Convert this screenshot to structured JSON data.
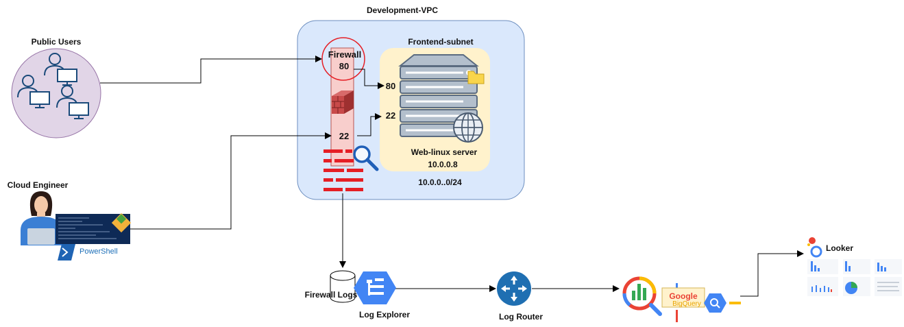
{
  "vpc": {
    "title": "Development-VPC",
    "cidr": "10.0.0..0/24"
  },
  "subnet": {
    "title": "Frontend-subnet"
  },
  "server": {
    "name": "Web-linux server",
    "ip": "10.0.0.8"
  },
  "firewall": {
    "title": "Firewall",
    "port_http_in": "80",
    "port_ssh_in": "22"
  },
  "server_ports": {
    "http": "80",
    "ssh": "22"
  },
  "actors": {
    "public_users": "Public Users",
    "cloud_engineer": "Cloud Engineer",
    "powershell": "PowerShell"
  },
  "pipeline": {
    "firewall_logs": "Firewall Logs",
    "log_explorer": "Log Explorer",
    "log_router": "Log Router",
    "bigquery_google": "Google",
    "bigquery_name": "BigQuery",
    "looker": "Looker"
  },
  "colors": {
    "vpc_fill": "#dae8fc",
    "vpc_stroke": "#6c8ebf",
    "subnet_fill": "#fff2cc",
    "firewall_fill": "#f8cecc",
    "users_fill": "#e1d5e7",
    "accent_red": "#e51e25",
    "gcp_blue": "#4285f4"
  }
}
